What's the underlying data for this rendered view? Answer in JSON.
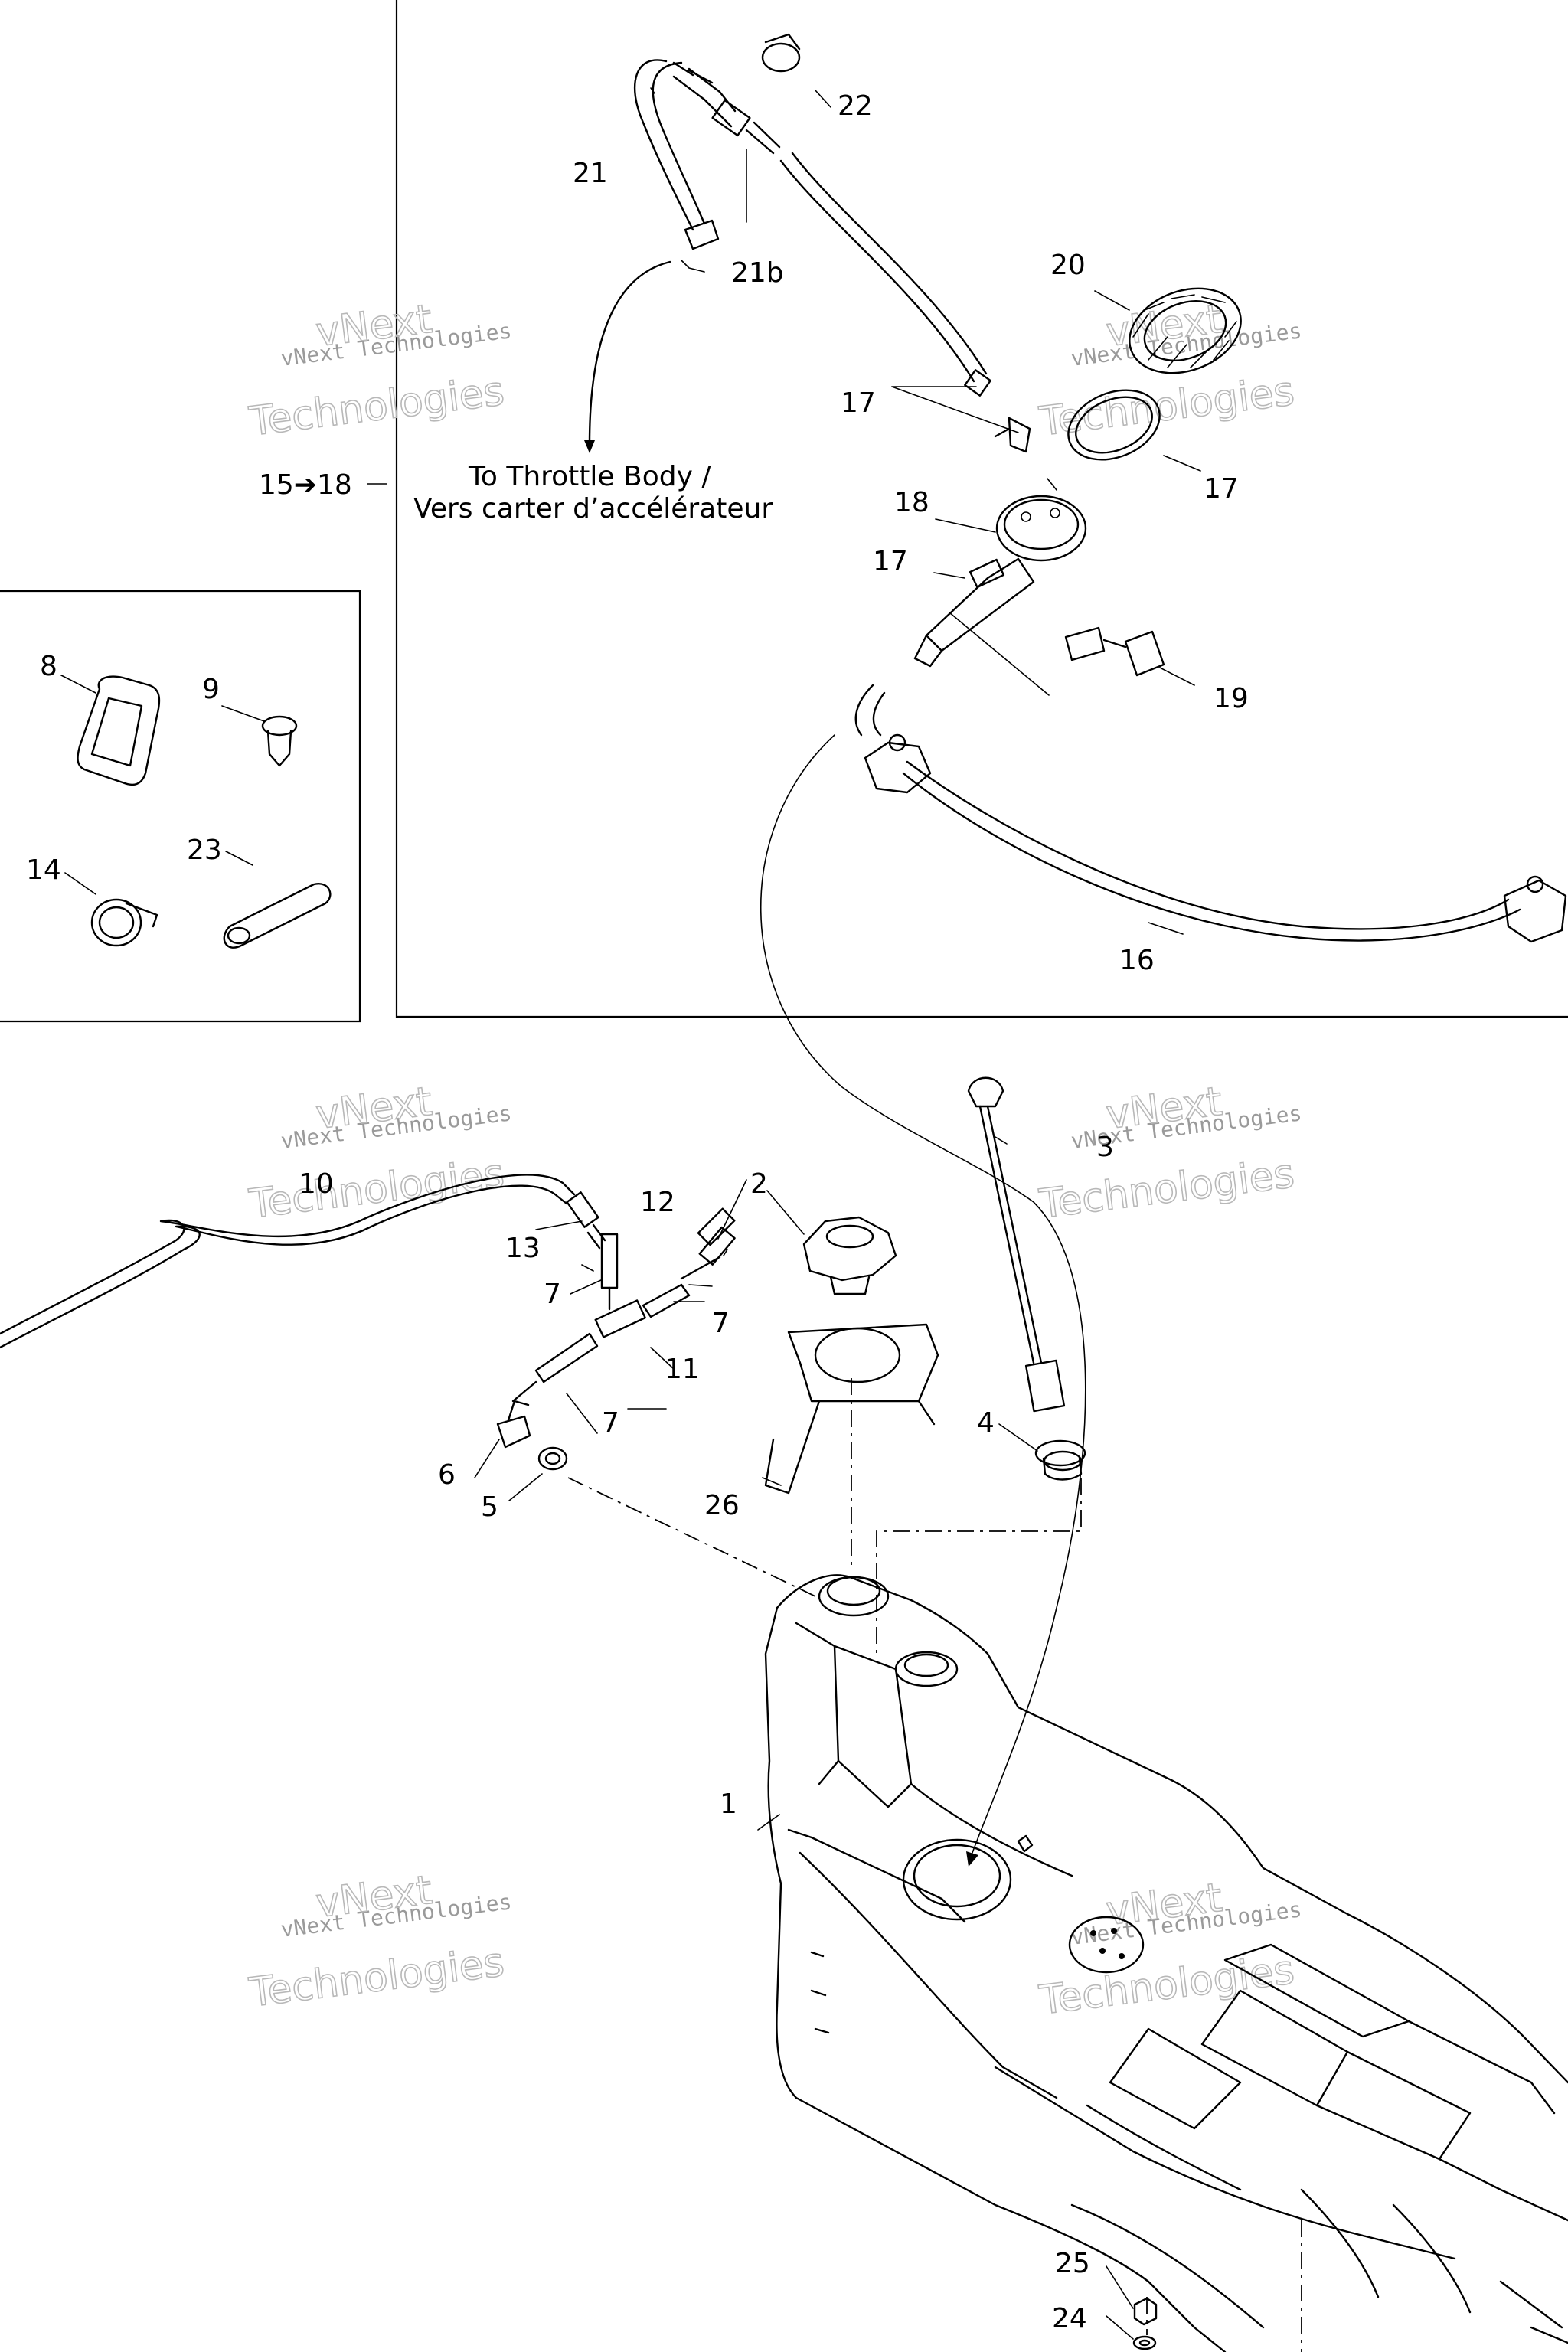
{
  "note": {
    "range": "15➔18",
    "throttle_line1": "To Throttle Body /",
    "throttle_line2": "Vers carter d’accélérateur"
  },
  "labels": {
    "p1": "1",
    "p2": "2",
    "p3": "3",
    "p4": "4",
    "p5": "5",
    "p6": "6",
    "p7a": "7",
    "p7b": "7",
    "p7c": "7",
    "p8": "8",
    "p9": "9",
    "p10": "10",
    "p11": "11",
    "p12": "12",
    "p13": "13",
    "p14": "14",
    "p16": "16",
    "p17a": "17",
    "p17b": "17",
    "p17c": "17",
    "p18": "18",
    "p19": "19",
    "p20": "20",
    "p21": "21",
    "p21b": "21b",
    "p22": "22",
    "p23": "23",
    "p24": "24",
    "p25": "25",
    "p26": "26"
  },
  "watermark": {
    "line_small": "vNext Technologies",
    "line_big_1": "vNext",
    "line_big_2": "Technologies"
  },
  "colors": {
    "ink": "#000000",
    "watermark": "#b8b8b8"
  }
}
